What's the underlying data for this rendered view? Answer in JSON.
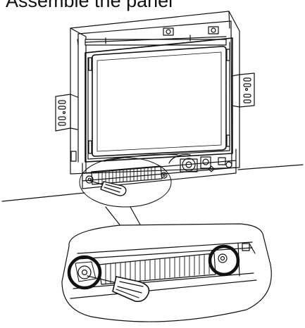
{
  "figure": {
    "caption": "Assemble the panel",
    "subject": "fireplace insert installation diagram",
    "view_main": "front view of firebox with glass door and lower vent grille",
    "view_detail": "magnified detail of lower grille with two circled screws and screwdriver",
    "icons": [
      "screwdriver-icon",
      "screw-icon",
      "magnifier-callout-icon"
    ]
  },
  "colors": {
    "ink": "#111111",
    "paper": "#ffffff",
    "shade": "#d9d9d9"
  }
}
